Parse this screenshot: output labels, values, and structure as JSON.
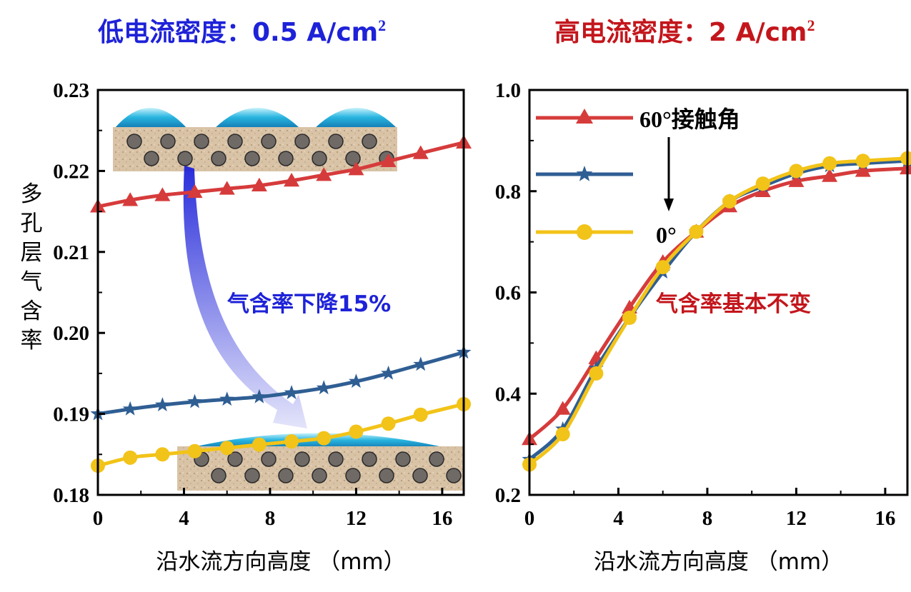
{
  "left_title": {
    "text": "低电流密度：0.5 A/cm",
    "sup": "2",
    "color": "#1e22d8"
  },
  "right_title": {
    "text": "高电流密度：2 A/cm",
    "sup": "2",
    "color": "#c3161c"
  },
  "left_annotation": "气含率下降15%",
  "right_annotation": "气含率基本不变",
  "legend": {
    "top": "60°接触角",
    "bottom": "0°"
  },
  "colors": {
    "red": "#d63b3b",
    "blue": "#2f5e93",
    "yellow": "#f2c318"
  },
  "chart_data": [
    {
      "type": "line",
      "title": "低电流密度：0.5 A/cm²",
      "xlabel": "沿水流方向高度 （mm）",
      "ylabel": "多孔层气含率",
      "xlim": [
        0,
        17
      ],
      "ylim": [
        0.18,
        0.23
      ],
      "xticks": [
        "0",
        "4",
        "8",
        "12",
        "16"
      ],
      "yticks": [
        "0.18",
        "0.19",
        "0.20",
        "0.21",
        "0.22",
        "0.23"
      ],
      "x": [
        0,
        1.5,
        3,
        4.5,
        6,
        7.5,
        9,
        10.5,
        12,
        13.5,
        15,
        17
      ],
      "series": [
        {
          "name": "60°接触角",
          "color": "#d63b3b",
          "marker": "triangle",
          "values": [
            0.2156,
            0.2164,
            0.217,
            0.2174,
            0.2178,
            0.2182,
            0.2188,
            0.2195,
            0.2202,
            0.2212,
            0.2222,
            0.2235
          ]
        },
        {
          "name": "",
          "color": "#2f5e93",
          "marker": "star",
          "values": [
            0.19,
            0.1906,
            0.1911,
            0.1915,
            0.1918,
            0.1921,
            0.1926,
            0.1932,
            0.194,
            0.195,
            0.1961,
            0.1976
          ]
        },
        {
          "name": "0°",
          "color": "#f2c318",
          "marker": "circle",
          "values": [
            0.1836,
            0.1846,
            0.185,
            0.1854,
            0.1858,
            0.1862,
            0.1866,
            0.187,
            0.1878,
            0.1888,
            0.1899,
            0.1912
          ]
        }
      ]
    },
    {
      "type": "line",
      "title": "高电流密度：2 A/cm²",
      "xlabel": "沿水流方向高度 （mm）",
      "ylabel": "",
      "xlim": [
        0,
        17
      ],
      "ylim": [
        0.2,
        1.0
      ],
      "xticks": [
        "0",
        "4",
        "8",
        "12",
        "16"
      ],
      "yticks": [
        "0.2",
        "0.4",
        "0.6",
        "0.8",
        "1.0"
      ],
      "x": [
        0,
        1.5,
        3,
        4.5,
        6,
        7.5,
        9,
        10.5,
        12,
        13.5,
        15,
        17
      ],
      "series": [
        {
          "name": "60°接触角",
          "color": "#d63b3b",
          "marker": "triangle",
          "values": [
            0.31,
            0.37,
            0.47,
            0.57,
            0.66,
            0.72,
            0.77,
            0.8,
            0.82,
            0.83,
            0.84,
            0.845
          ]
        },
        {
          "name": "",
          "color": "#2f5e93",
          "marker": "star",
          "values": [
            0.27,
            0.33,
            0.45,
            0.55,
            0.64,
            0.72,
            0.78,
            0.81,
            0.835,
            0.85,
            0.855,
            0.86
          ]
        },
        {
          "name": "0°",
          "color": "#f2c318",
          "marker": "circle",
          "values": [
            0.26,
            0.32,
            0.44,
            0.55,
            0.65,
            0.72,
            0.78,
            0.815,
            0.84,
            0.855,
            0.86,
            0.865
          ]
        }
      ]
    }
  ]
}
